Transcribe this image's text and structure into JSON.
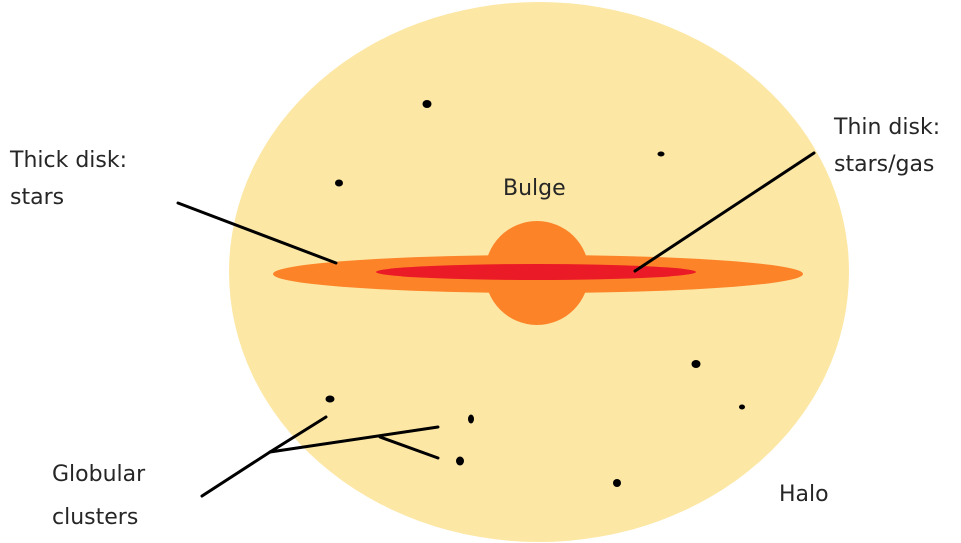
{
  "diagram": {
    "colors": {
      "halo": "#fce7a4",
      "thick_disk": "#fd8328",
      "bulge": "#fd8328",
      "thin_disk": "#ea1b26",
      "cluster": "#000000",
      "line": "#000000",
      "text": "#262626"
    },
    "labels": {
      "thick_disk_line1": "Thick disk:",
      "thick_disk_line2": "stars",
      "thin_disk_line1": "Thin disk:",
      "thin_disk_line2": "stars/gas",
      "bulge": "Bulge",
      "globular_line1": "Globular",
      "globular_line2": "clusters",
      "halo": "Halo"
    }
  }
}
